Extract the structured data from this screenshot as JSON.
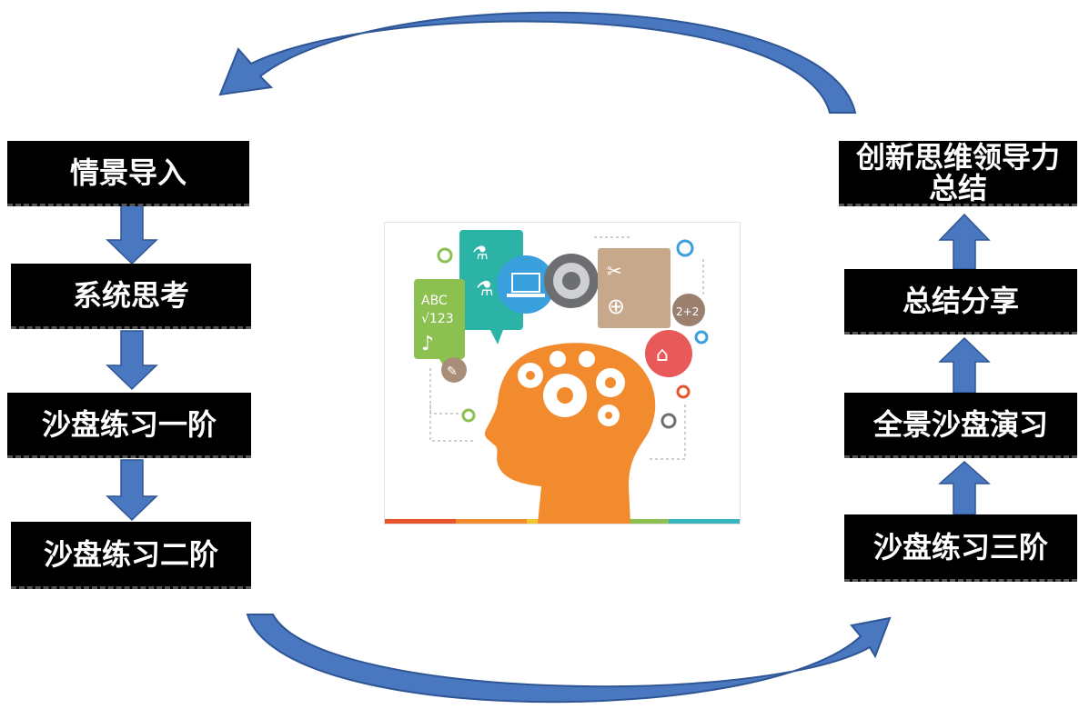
{
  "left_steps": [
    {
      "label": "情景导入"
    },
    {
      "label": "系统思考"
    },
    {
      "label": "沙盘练习一阶"
    },
    {
      "label": "沙盘练习二阶"
    }
  ],
  "right_steps": [
    {
      "label": "沙盘练习三阶"
    },
    {
      "label": "全景沙盘演习"
    },
    {
      "label": "总结分享"
    },
    {
      "label_line1": "创新思维领导力",
      "label_line2": "总结"
    }
  ],
  "colors": {
    "box_fill": "#000000",
    "box_text": "#ffffff",
    "arrow_blue": "#4a78c0",
    "arrow_outline": "#2f5694",
    "head_orange": "#f28a2e"
  },
  "icons": [
    "gear-icon",
    "laptop-icon",
    "flask-icon",
    "dna-icon",
    "book-icon",
    "globe-icon",
    "music-note-icon",
    "bank-icon"
  ]
}
